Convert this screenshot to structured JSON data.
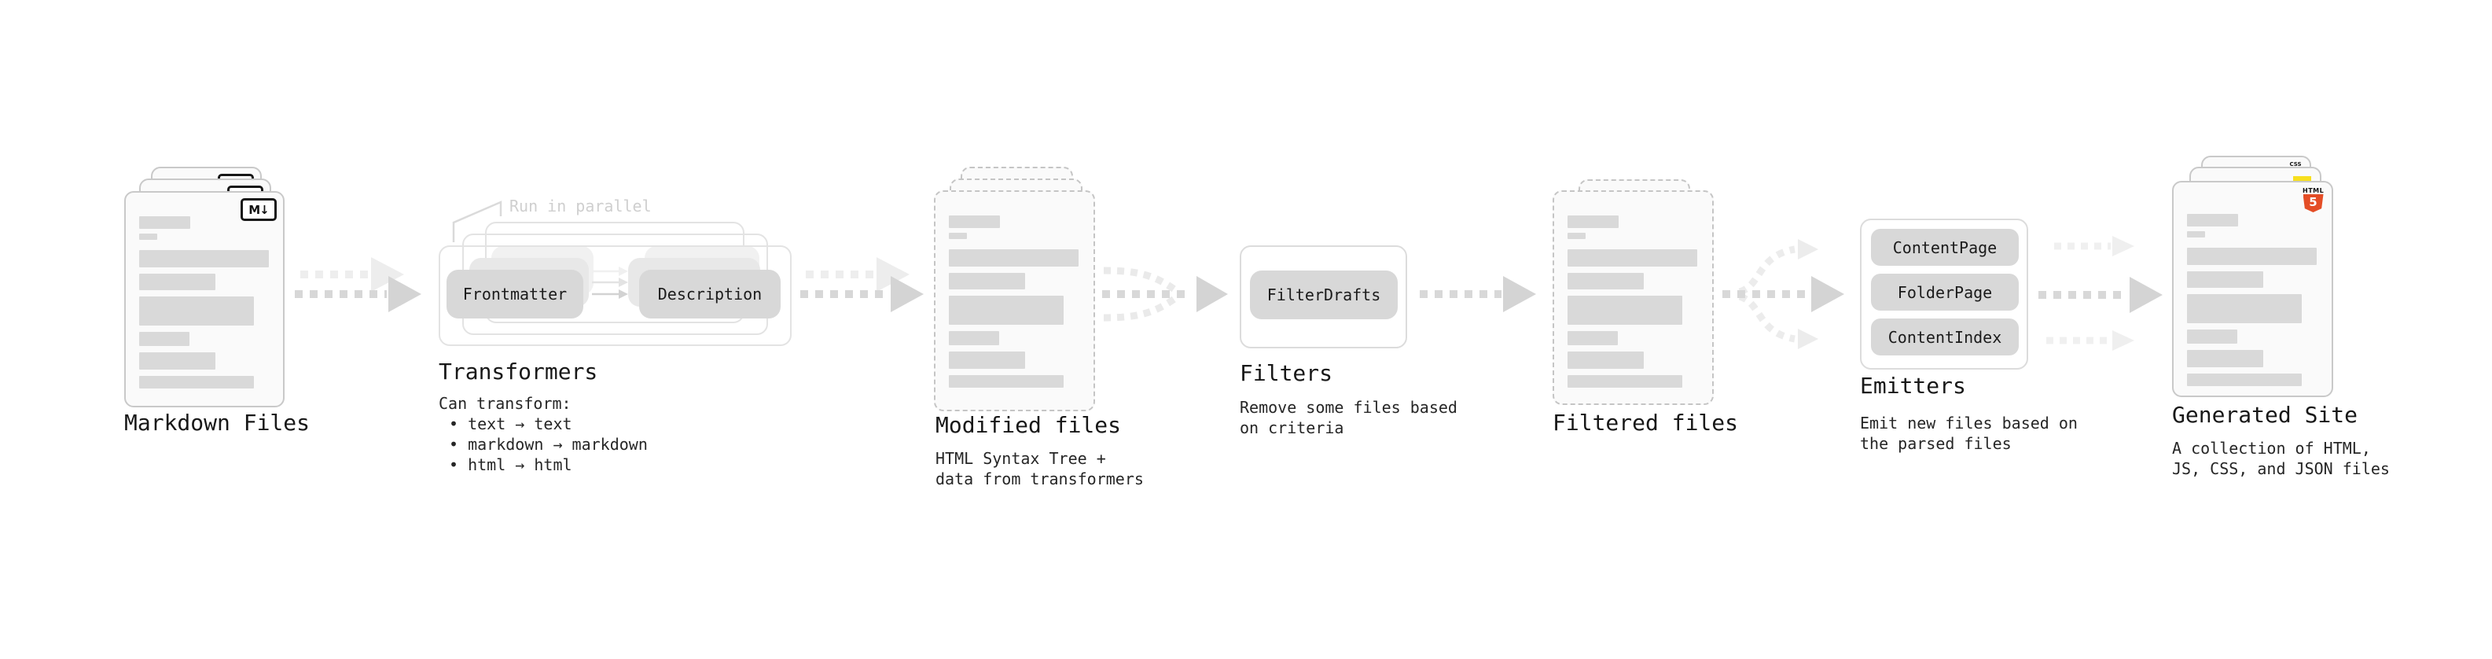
{
  "stages": {
    "markdown": {
      "label": "Markdown Files",
      "badge": "M↓"
    },
    "transformers": {
      "title": "Transformers",
      "note": "Run in parallel",
      "pill_left": "Frontmatter",
      "pill_right": "Description",
      "desc": [
        "Can transform:",
        "• text → text",
        "• markdown → markdown",
        "• html → html"
      ]
    },
    "modified": {
      "label": "Modified files",
      "desc": [
        "HTML Syntax Tree +",
        "data from transformers"
      ]
    },
    "filters": {
      "title": "Filters",
      "pill": "FilterDrafts",
      "desc": [
        "Remove some files based",
        "on criteria"
      ]
    },
    "filtered": {
      "label": "Filtered files"
    },
    "emitters": {
      "title": "Emitters",
      "pills": [
        "ContentPage",
        "FolderPage",
        "ContentIndex"
      ],
      "desc": [
        "Emit new files based on",
        "the parsed files"
      ]
    },
    "generated": {
      "label": "Generated Site",
      "desc": [
        "A collection of HTML,",
        "JS, CSS, and JSON files"
      ],
      "css_badge": "CSS",
      "html_badge_word": "HTML",
      "html_badge_number": "5"
    }
  },
  "colors": {
    "html5_orange": "#E44D26",
    "js_yellow": "#F7DF1E",
    "css_blue": "#1572B6",
    "arrow_gray": "#d5d5d5",
    "arrow_light": "#ededed",
    "bar_gray": "#d9d9d9"
  }
}
